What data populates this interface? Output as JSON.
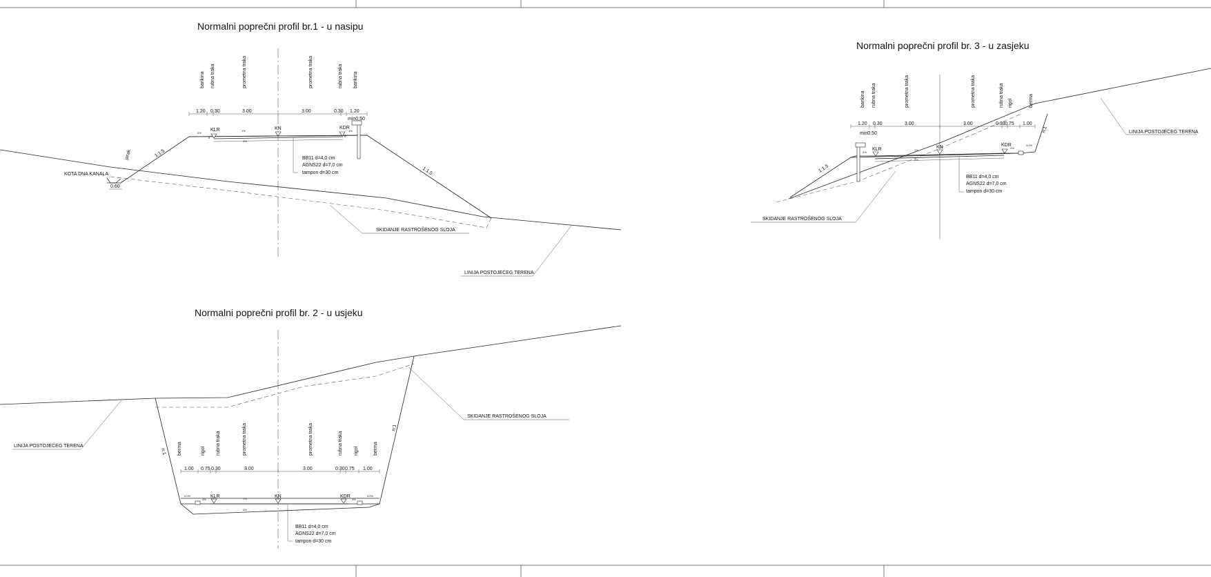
{
  "profil1": {
    "title": "Normalni poprečni profil br.1 - u nasipu",
    "lanes": [
      "bankina",
      "rubna traka",
      "prometna traka",
      "prometna traka",
      "rubna traka",
      "bankina"
    ],
    "widths": [
      "1.20",
      "0.30",
      "3.00",
      "3.00",
      "0.30",
      "1.20"
    ],
    "min_width": "min0.50",
    "kn": "KN",
    "klr": "KLR",
    "kdr": "KDR",
    "slope_left": "1:1.5",
    "slope_right": "1:1.5",
    "jarak": "jarak",
    "kota": "KOTA DNA KANALA",
    "kota_width": "0.60",
    "layers": [
      "BB11  d=4,0 cm",
      "AGNS22  d=7,0 cm",
      "tampon d=30 cm"
    ],
    "stripping": "SKIDANJE RASTROŠENOG SLOJA",
    "terrain": "LINIJA POSTOJEĆEG TERENA"
  },
  "profil2": {
    "title": "Normalni poprečni profil br. 2 - u usjeku",
    "lanes": [
      "berma",
      "rigol",
      "rubna traka",
      "prometna traka",
      "prometna traka",
      "rubna traka",
      "rigol",
      "berma"
    ],
    "widths": [
      "1.00",
      "0.75",
      "0.30",
      "3.00",
      "3.00",
      "0.30",
      "0.75",
      "1.00"
    ],
    "kn": "KN",
    "klr": "KLR",
    "kdr": "KDR",
    "slope_left": "n:1",
    "slope_right": "n:1",
    "layers": [
      "BB11  d=4,0 cm",
      "AGNS22  d=7,0 cm",
      "tampon d=30 cm"
    ],
    "stripping": "SKIDANJE RASTROŠENOG SLOJA",
    "terrain": "LINIJA POSTOJEĆEG TERENA"
  },
  "profil3": {
    "title": "Normalni poprečni profil br. 3 - u zasjeku",
    "lanes": [
      "bankina",
      "rubna traka",
      "prometna traka",
      "prometna traka",
      "rubna traka",
      "rigol",
      "berma"
    ],
    "widths": [
      "1.20",
      "0.30",
      "3.00",
      "3.00",
      "0.30",
      "0.75",
      "1.00"
    ],
    "min_width": "min0.50",
    "kn": "KN",
    "klr": "KLR",
    "kdr": "KDR",
    "slope_left": "1:1.5",
    "slope_right": "n:1",
    "layers": [
      "BB11  d=4,0 cm",
      "AGNS22  d=7,0 cm",
      "tampon d=30 cm"
    ],
    "stripping": "SKIDANJE RASTROŠENOG SLOJA",
    "terrain": "LINIJA POSTOJEĆEG TERENA"
  },
  "slopes": {
    "pct4": "4%",
    "pct1": "1%",
    "pct4b": "4.0%"
  },
  "colors": {
    "line": "#222222",
    "background": "#ffffff"
  }
}
